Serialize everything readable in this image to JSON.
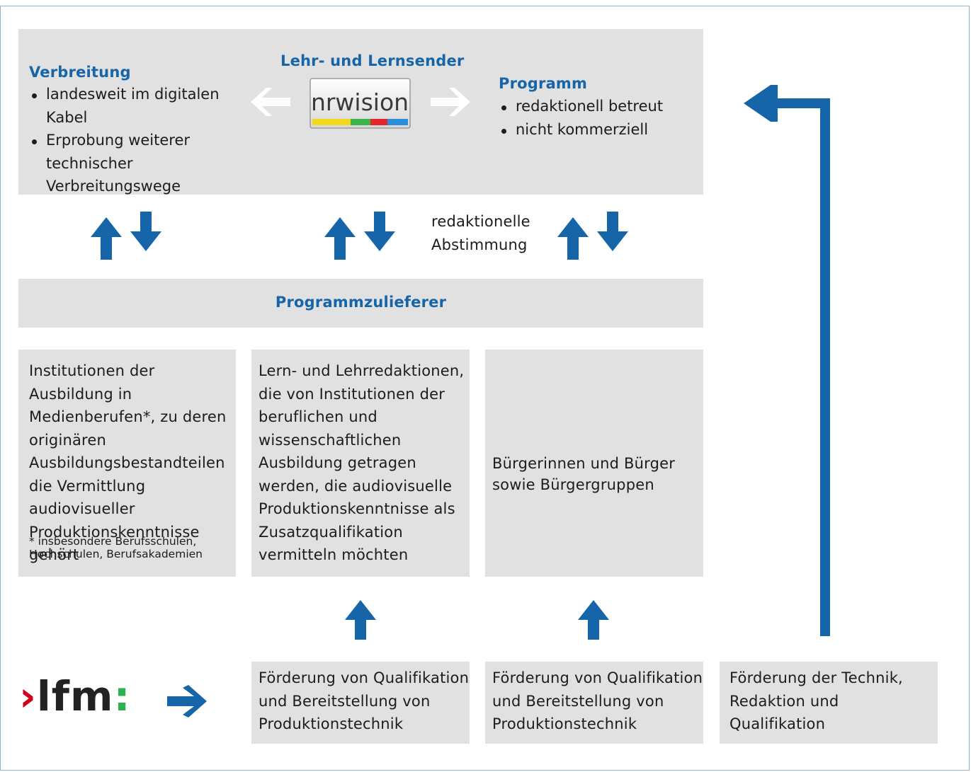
{
  "colors": {
    "accent_blue": "#1565a8",
    "box_grey": "#e1e1e2",
    "logo_red": "#d0021b",
    "logo_green": "#2bb24c"
  },
  "top_panel": {
    "center_title": "Lehr- und Lernsender",
    "logo_text": "nrwision",
    "left": {
      "title": "Verbreitung",
      "items": [
        "landesweit im digitalen Kabel",
        "Erprobung weiterer technischer Verbreitungswege"
      ]
    },
    "right": {
      "title": "Programm",
      "items": [
        "redaktionell betreut",
        "nicht kommerziell"
      ]
    }
  },
  "middle": {
    "coordination_label": "redaktionelle Abstimmung",
    "bar_title": "Programmzulieferer"
  },
  "suppliers": [
    {
      "text": "Institutionen der Ausbildung in Medienberufen*, zu deren originären Ausbildungsbestandteilen die Vermittlung audiovisueller Produktionskenntnisse gehört",
      "footnote": "* insbesondere Berufsschulen, Hochschulen, Berufsakademien"
    },
    {
      "text": "Lern- und Lehrredaktionen, die von Institutionen der beruflichen und wissenschaftlichen Ausbildung getragen werden, die audiovisuelle Produktionskenntnisse als Zusatzqualifikation vermitteln möchten"
    },
    {
      "text": "Bürgerinnen und Bürger sowie Bürgergruppen"
    }
  ],
  "funding": {
    "logo": {
      "chevron": "›",
      "word": "lfm",
      "colon": ":"
    },
    "boxes": [
      "Förderung von Qualifikation und Bereitstellung von Produktionstechnik",
      "Förderung von Qualifikation und Bereitstellung von Produktionstechnik",
      "Förderung der Technik, Redaktion und Qualifikation"
    ]
  }
}
